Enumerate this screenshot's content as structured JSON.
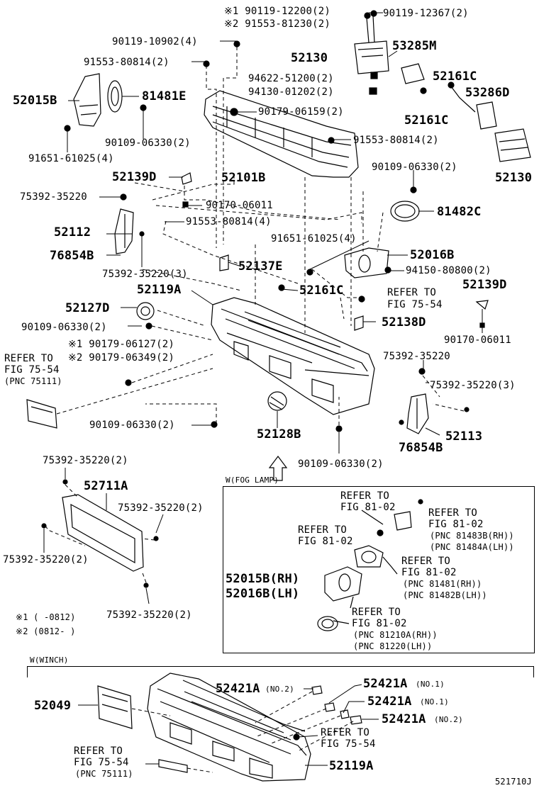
{
  "labels": {
    "p_s1_12200": "※1 90119-12200(2)",
    "p_s2_81230": "※2 91553-81230(2)",
    "p_12367": "90119-12367(2)",
    "p_10902": "90119-10902(4)",
    "p_52130a": "52130",
    "p_53285m": "53285M",
    "p_80814a": "91553-80814(2)",
    "p_51200": "94622-51200(2)",
    "p_01202": "94130-01202(2)",
    "p_52161c_a": "52161C",
    "p_53286d": "53286D",
    "p_52015b": "52015B",
    "p_81481e": "81481E",
    "p_06159": "90179-06159(2)",
    "p_52161c_b": "52161C",
    "p_06330a": "90109-06330(2)",
    "p_80814b": "91553-80814(2)",
    "p_61025a": "91651-61025(4)",
    "p_52101b": "52101B",
    "p_52130b": "52130",
    "p_06330b": "90109-06330(2)",
    "p_52139d_a": "52139D",
    "p_35220a": "75392-35220",
    "p_06011a": "90170-06011",
    "p_81482c": "81482C",
    "p_52112": "52112",
    "p_80814c": "91553-80814(4)",
    "p_61025b": "91651-61025(4)",
    "p_76854b_a": "76854B",
    "p_52016b": "52016B",
    "p_35220b": "75392-35220(3)",
    "p_52137e": "52137E",
    "p_80800": "94150-80800(2)",
    "p_52119a_a": "52119A",
    "p_52161c_c": "52161C",
    "p_refer_75_54a_1": "REFER TO",
    "p_refer_75_54a_2": "FIG 75-54",
    "p_52139d_b": "52139D",
    "p_52127d": "52127D",
    "p_52138d": "52138D",
    "p_06330c": "90109-06330(2)",
    "p_06011b": "90170-06011",
    "p_s1_06127": "※1 90179-06127(2)",
    "p_s2_06349": "※2 90179-06349(2)",
    "p_refer_75_54b_1": "REFER TO",
    "p_refer_75_54b_2": "FIG 75-54",
    "p_refer_75_54b_3": "(PNC 75111)",
    "p_35220c": "75392-35220",
    "p_35220d": "75392-35220(3)",
    "p_06330d": "90109-06330(2)",
    "p_52128b": "52128B",
    "p_52113": "52113",
    "p_76854b_b": "76854B",
    "p_06330e": "90109-06330(2)",
    "p_35220e": "75392-35220(2)",
    "p_52711a": "52711A",
    "p_35220f": "75392-35220(2)",
    "p_35220g": "75392-35220(2)",
    "p_35220h": "75392-35220(2)",
    "note_1": "※1 (   -0812)",
    "note_2": "※2 (0812-   )",
    "fog_title": "W(FOG LAMP)",
    "fog_ref1_1": "REFER TO",
    "fog_ref1_2": "FIG 81-02",
    "fog_ref2_1": "REFER TO",
    "fog_ref2_2": "FIG 81-02",
    "fog_ref2_3": "(PNC 81483B(RH))",
    "fog_ref2_4": "(PNC 81484A(LH))",
    "fog_ref3_1": "REFER TO",
    "fog_ref3_2": "FIG 81-02",
    "fog_ref4_1": "REFER TO",
    "fog_ref4_2": "FIG 81-02",
    "fog_ref4_3": "(PNC 81481(RH))",
    "fog_ref4_4": "(PNC 81482B(LH))",
    "fog_52015b": "52015B(RH)",
    "fog_52016b": "52016B(LH)",
    "fog_ref5_1": "REFER TO",
    "fog_ref5_2": "FIG 81-02",
    "fog_ref5_3": "(PNC 81210A(RH))",
    "fog_ref5_4": "(PNC 81220(LH))",
    "winch_title": "W(WINCH)",
    "w_52421a_no2a": "52421A",
    "w_no2a": "(NO.2)",
    "w_52421a_no1a": "52421A",
    "w_no1a": "(NO.1)",
    "w_52421a_no1b": "52421A",
    "w_no1b": "(NO.1)",
    "w_52421a_no2b": "52421A",
    "w_no2b": "(NO.2)",
    "w_52049": "52049",
    "w_refer_1": "REFER TO",
    "w_refer_2": "FIG 75-54",
    "w_refer2_1": "REFER TO",
    "w_refer2_2": "FIG 75-54",
    "w_refer2_3": "(PNC 75111)",
    "w_52119a": "52119A",
    "diagram_id": "521710J"
  },
  "colors": {
    "ink": "#000000",
    "paper": "#ffffff",
    "shade": "#d9d9d9"
  }
}
